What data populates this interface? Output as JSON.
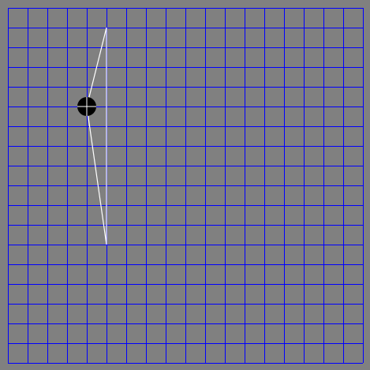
{
  "board": {
    "columns": 18,
    "rows": 18,
    "background_color": "#808080",
    "grid_color": "#0000ff",
    "cell_fill_color": "#808080"
  },
  "ball": {
    "grid_col": 4,
    "grid_row": 5,
    "color": "#000000",
    "crosshair_color": "#ffffff"
  },
  "trajectory": {
    "color": "#ffffff",
    "points": [
      {
        "grid_col": 5,
        "grid_row": 1
      },
      {
        "grid_col": 4,
        "grid_row": 5
      },
      {
        "grid_col": 5,
        "grid_row": 12
      },
      {
        "grid_col": 5,
        "grid_row": 1
      }
    ]
  }
}
